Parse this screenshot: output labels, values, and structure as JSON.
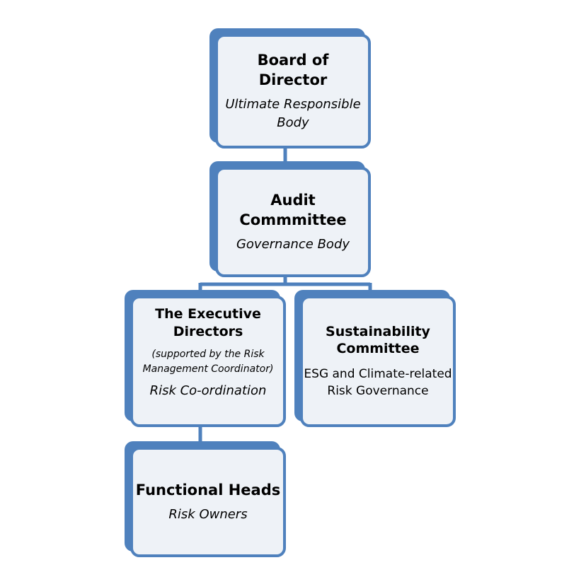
{
  "nodes": {
    "board": {
      "title": "Board of Director",
      "subtitle": "Ultimate Responsible Body"
    },
    "audit": {
      "title": "Audit Commmittee",
      "subtitle": "Governance Body"
    },
    "executive": {
      "title": "The Executive Directors",
      "note": "(supported by the Risk Management Coordinator)",
      "subtitle": "Risk Co-ordination"
    },
    "sustainability": {
      "title": "Sustainability Committee",
      "subtitle": "ESG and Climate-related Risk Governance"
    },
    "functional": {
      "title": "Functional Heads",
      "subtitle": "Risk Owners"
    }
  },
  "colors": {
    "accent": "#4f81bd",
    "card_fill": "#eef2f7"
  }
}
